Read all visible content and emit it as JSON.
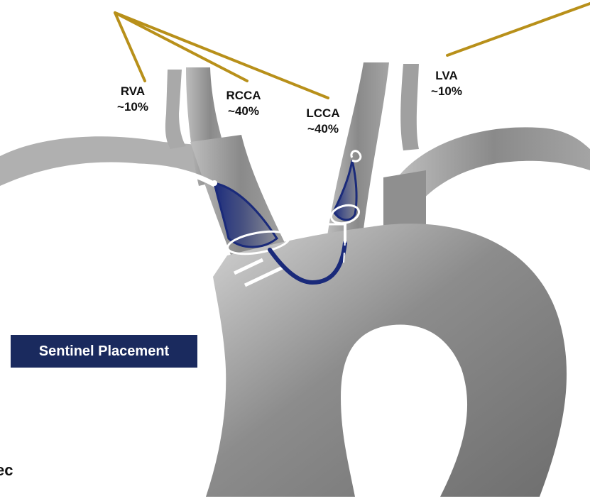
{
  "colors": {
    "leader_line": "#b8901a",
    "vessel": "#8a8a8a",
    "device_navy": "#1a2a7a",
    "badge_bg": "#1a2a5e"
  },
  "labels": {
    "rva": {
      "name": "RVA",
      "percent": "~10%"
    },
    "rcca": {
      "name": "RCCA",
      "percent": "~40%"
    },
    "lcca": {
      "name": "LCCA",
      "percent": "~40%"
    },
    "lva": {
      "name": "LVA",
      "percent": "~10%"
    }
  },
  "badge": {
    "text": "Sentinel Placement"
  },
  "cut_off_text": "ec"
}
